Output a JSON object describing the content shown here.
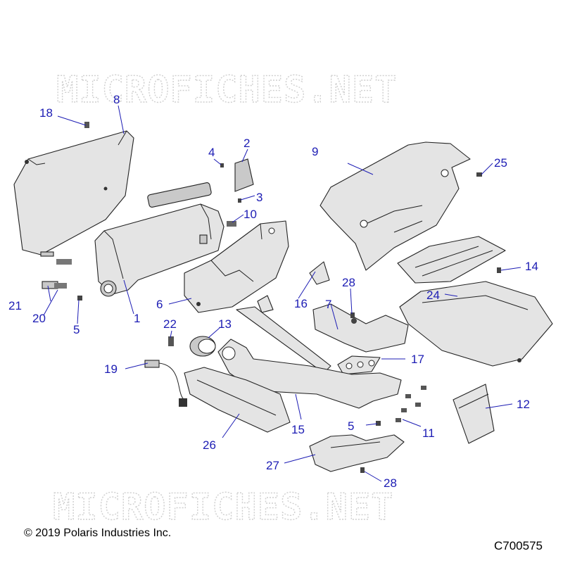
{
  "watermark": "MICROFICHES.NET",
  "copyright": "© 2019 Polaris Industries Inc.",
  "figure_code": "C700575",
  "callouts": {
    "c1": "1",
    "c2": "2",
    "c3": "3",
    "c4": "4",
    "c5a": "5",
    "c5b": "5",
    "c6": "6",
    "c7": "7",
    "c8": "8",
    "c9": "9",
    "c10": "10",
    "c11": "11",
    "c12": "12",
    "c13": "13",
    "c14": "14",
    "c15": "15",
    "c16": "16",
    "c17": "17",
    "c18": "18",
    "c19": "19",
    "c20": "20",
    "c21": "21",
    "c22": "22",
    "c24": "24",
    "c25": "25",
    "c26": "26",
    "c27": "27",
    "c28a": "28",
    "c28b": "28"
  }
}
